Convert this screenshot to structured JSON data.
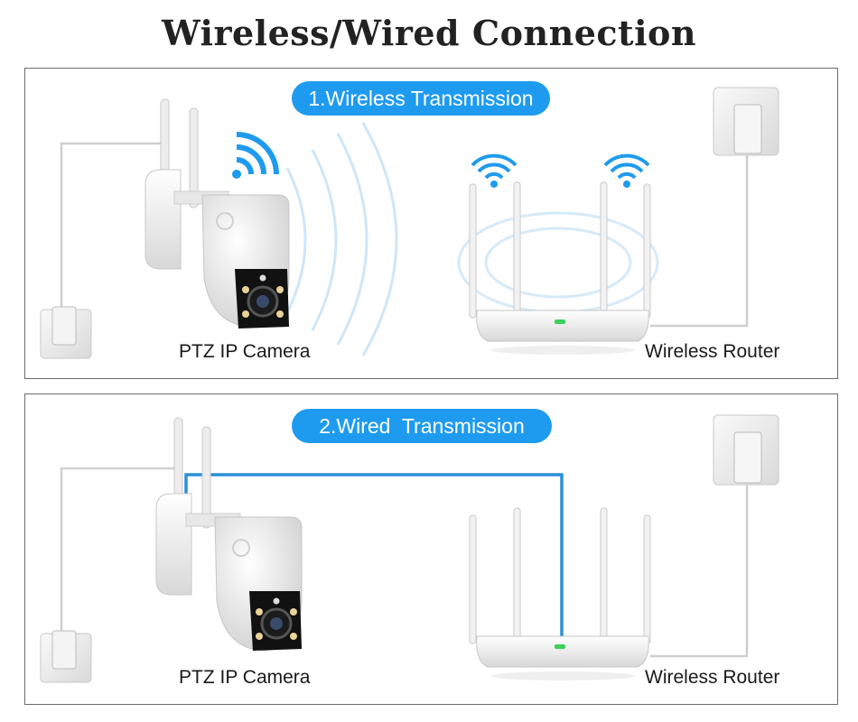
{
  "title": "Wireless/Wired Connection",
  "panels": [
    {
      "badge": "1.Wireless Transmission",
      "camera_label": "PTZ IP Camera",
      "router_label": "Wireless Router"
    },
    {
      "badge": "2.Wired  Transmission",
      "camera_label": "PTZ IP Camera",
      "router_label": "Wireless Router"
    }
  ],
  "colors": {
    "accent": "#1e9bee",
    "wire": "#2a8fd8",
    "border": "#6c6c6c"
  }
}
